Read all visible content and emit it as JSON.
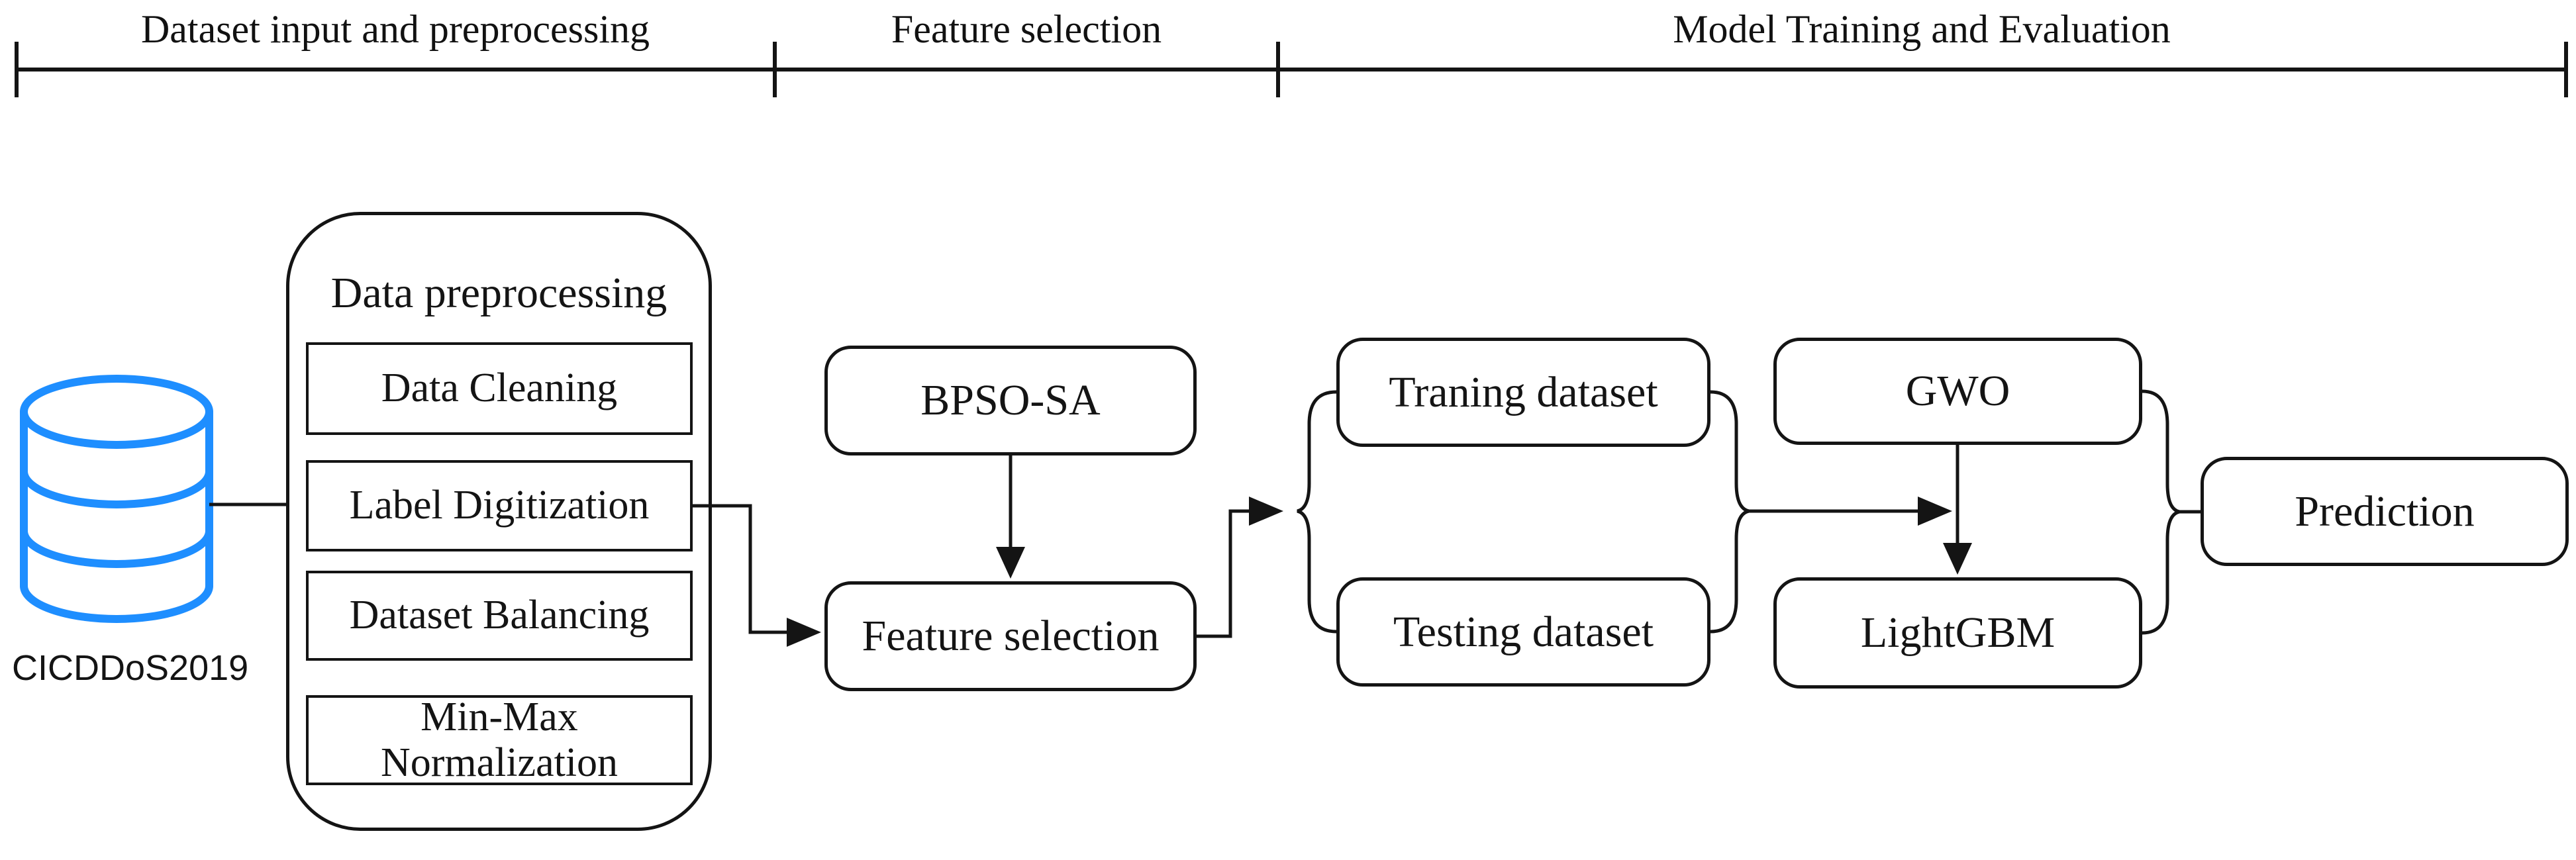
{
  "phases": [
    {
      "label": "Dataset input and preprocessing"
    },
    {
      "label": "Feature selection"
    },
    {
      "label": "Model Training and Evaluation"
    }
  ],
  "database": {
    "label": "CICDDoS2019"
  },
  "preprocessing": {
    "title": "Data preprocessing",
    "steps": [
      "Data Cleaning",
      "Label Digitization",
      "Dataset Balancing",
      "Min-Max\nNormalization"
    ]
  },
  "feature_selection": {
    "optimizer": "BPSO-SA",
    "process": "Feature selection"
  },
  "model": {
    "training_dataset": "Traning dataset",
    "testing_dataset": "Testing dataset",
    "optimizer": "GWO",
    "classifier": "LightGBM",
    "output": "Prediction"
  },
  "colors": {
    "database_stroke": "#1E8EFF",
    "line": "#141414"
  }
}
